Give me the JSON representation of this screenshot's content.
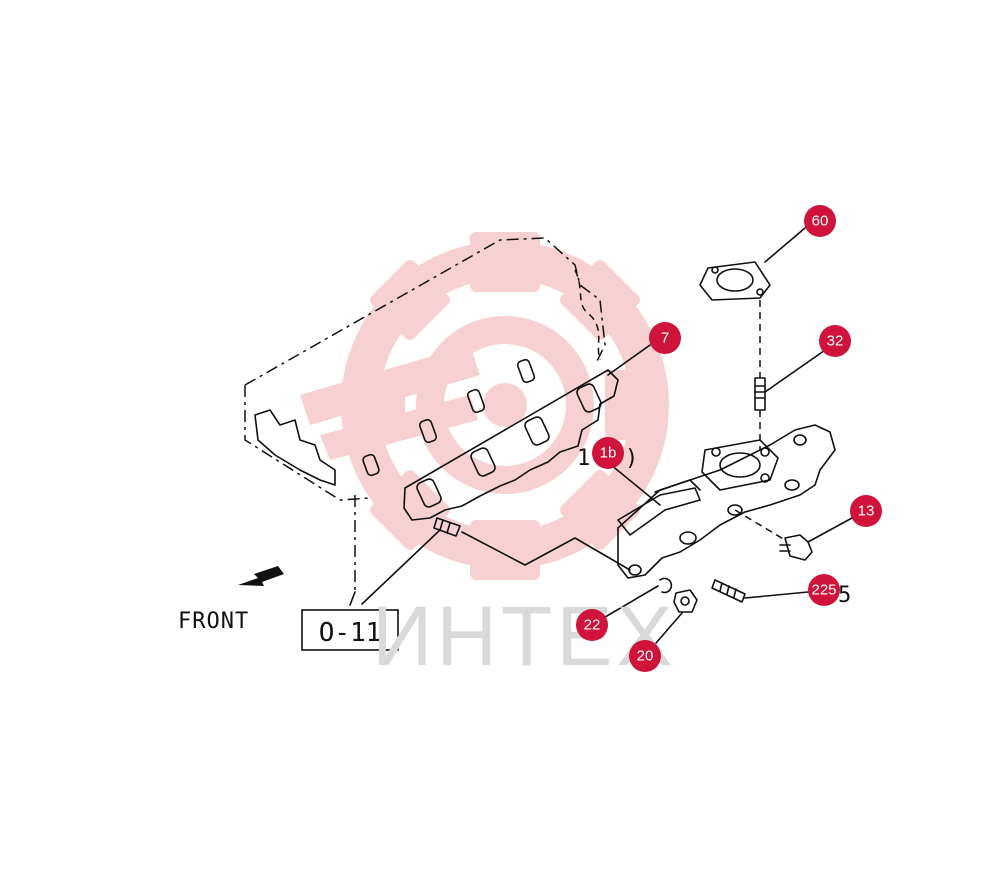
{
  "watermark": {
    "text": "ИНТЕХ",
    "color": "#f3b4b4"
  },
  "labels": {
    "front": "FRONT",
    "ref_box": "O-11",
    "part_1_prefix": "1",
    "part_1_suffix": ")",
    "part_25_tail": "5"
  },
  "badges": [
    {
      "id": "60",
      "text": "60"
    },
    {
      "id": "7",
      "text": "7"
    },
    {
      "id": "32",
      "text": "32"
    },
    {
      "id": "1b",
      "text": "1b"
    },
    {
      "id": "13",
      "text": "13"
    },
    {
      "id": "225",
      "text": "225"
    },
    {
      "id": "22",
      "text": "22"
    },
    {
      "id": "20",
      "text": "20"
    }
  ],
  "badge_color": "#d0133b"
}
